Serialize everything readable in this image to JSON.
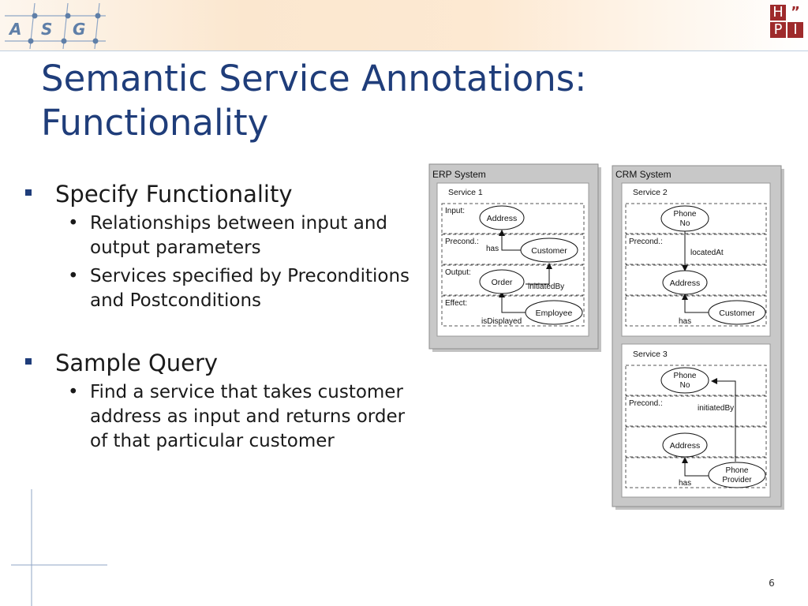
{
  "header": {
    "logo_left_text": "ASG",
    "logo_left_letters": [
      "A",
      "S",
      "G"
    ],
    "logo_right_letters": [
      "H",
      "P",
      "”",
      "I"
    ],
    "brand_color": "#1f3d7a",
    "logo_right_color": "#9e2a2b"
  },
  "slide": {
    "title_line1": "Semantic Service Annotations:",
    "title_line2": "Functionality",
    "page_number": "6"
  },
  "bullets": [
    {
      "text": "Specify Functionality",
      "sub": [
        "Relationships between input and output parameters",
        "Services specified by Preconditions and Postconditions"
      ]
    },
    {
      "text": "Sample Query",
      "sub": [
        "Find a service that takes customer address as input and returns order of that particular customer"
      ]
    }
  ],
  "diagram": {
    "erp": {
      "system_label": "ERP System",
      "service_label": "Service 1",
      "rows": [
        "Input:",
        "Precond.:",
        "Output:",
        "Effect:"
      ],
      "nodes": [
        "Address",
        "Customer",
        "Order",
        "Employee"
      ],
      "edges": [
        "has",
        "initiatedBy",
        "isDisplayed"
      ]
    },
    "crm": {
      "system_label": "CRM System",
      "service2": {
        "service_label": "Service 2",
        "rows": [
          "Precond.:"
        ],
        "nodes": [
          "Phone",
          "No",
          "Address",
          "Customer"
        ],
        "edges": [
          "locatedAt",
          "has"
        ]
      },
      "service3": {
        "service_label": "Service 3",
        "rows": [
          "Precond.:"
        ],
        "nodes": [
          "Phone",
          "No",
          "Address",
          "Phone",
          "Provider"
        ],
        "edges": [
          "initiatedBy",
          "has"
        ]
      }
    }
  }
}
